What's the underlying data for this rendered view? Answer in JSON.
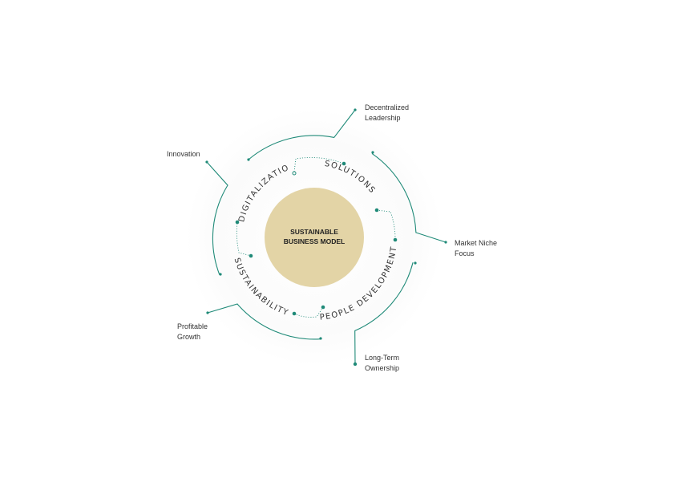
{
  "colors": {
    "accent": "#1f8a78",
    "core": "#e3d4a6",
    "halo": "#f7f7f7",
    "text": "#333333"
  },
  "core": {
    "line1": "SUSTAINABLE",
    "line2": "BUSINESS MODEL"
  },
  "pillars": {
    "digitalization": "DIGITALIZATION",
    "solutions": "SOLUTIONS",
    "people_development": "PEOPLE DEVELOPMENT",
    "sustainability": "SUSTAINABILITY"
  },
  "outcomes": {
    "decentralized_leadership": [
      "Decentralized",
      "Leadership"
    ],
    "innovation": [
      "Innovation"
    ],
    "market_niche_focus": [
      "Market Niche",
      "Focus"
    ],
    "profitable_growth": [
      "Profitable",
      "Growth"
    ],
    "long_term_ownership": [
      "Long-Term",
      "Ownership"
    ]
  }
}
